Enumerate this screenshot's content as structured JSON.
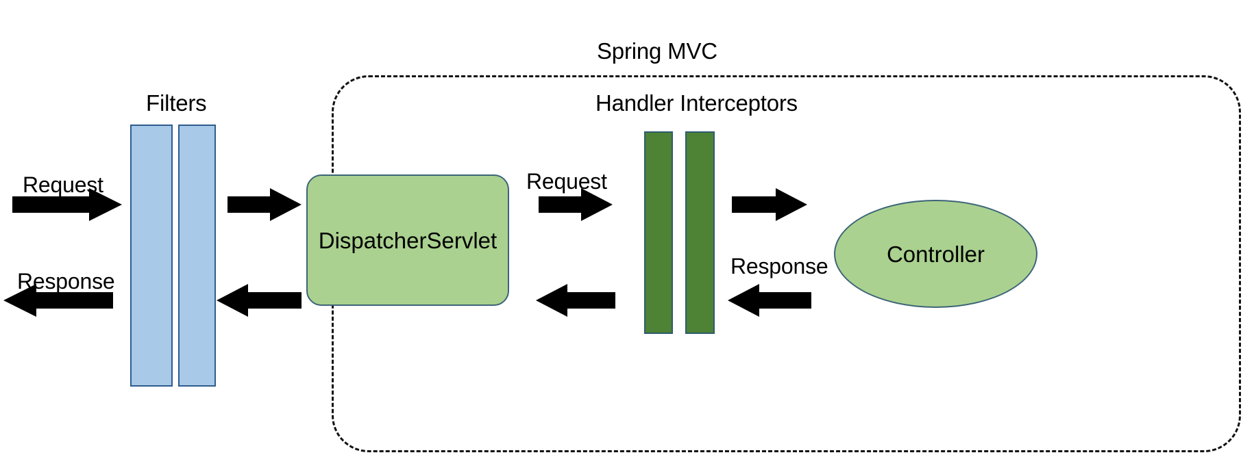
{
  "diagram": {
    "title": "Spring MVC request/response flow",
    "background_color": "#ffffff",
    "boundary": {
      "label": "Spring MVC",
      "style": "dashed-rounded-rectangle",
      "stroke_color": "#111111"
    },
    "groups": [
      {
        "id": "filters",
        "label": "Filters",
        "kind": "bar-pair",
        "fill": "#A9C9E9",
        "stroke": "#2E5C8C",
        "count": 2
      },
      {
        "id": "handler-interceptors",
        "label": "Handler Interceptors",
        "kind": "bar-pair",
        "fill": "#4E8234",
        "stroke": "#2E5C6E",
        "count": 2
      }
    ],
    "nodes": [
      {
        "id": "dispatcher-servlet",
        "label": "DispatcherServlet",
        "shape": "rounded-rectangle",
        "fill": "#AAD18F",
        "stroke": "#3C6478"
      },
      {
        "id": "controller",
        "label": "Controller",
        "shape": "ellipse",
        "fill": "#AAD18F",
        "stroke": "#3C6478"
      }
    ],
    "flow_labels": {
      "request_outer": "Request",
      "response_outer": "Response",
      "request_inner": "Request",
      "response_inner": "Response"
    },
    "arrows": [
      {
        "id": "arrow-request-into-filters",
        "direction": "right",
        "label": "Request"
      },
      {
        "id": "arrow-filters-to-dispatcher",
        "direction": "right",
        "label": ""
      },
      {
        "id": "arrow-dispatcher-to-interceptors",
        "direction": "right",
        "label": "Request"
      },
      {
        "id": "arrow-interceptors-to-controller",
        "direction": "right",
        "label": ""
      },
      {
        "id": "arrow-response-out-of-filters",
        "direction": "left",
        "label": "Response"
      },
      {
        "id": "arrow-dispatcher-to-filters",
        "direction": "left",
        "label": ""
      },
      {
        "id": "arrow-interceptors-to-dispatcher",
        "direction": "left",
        "label": ""
      },
      {
        "id": "arrow-controller-to-interceptors",
        "direction": "left",
        "label": "Response"
      }
    ]
  }
}
